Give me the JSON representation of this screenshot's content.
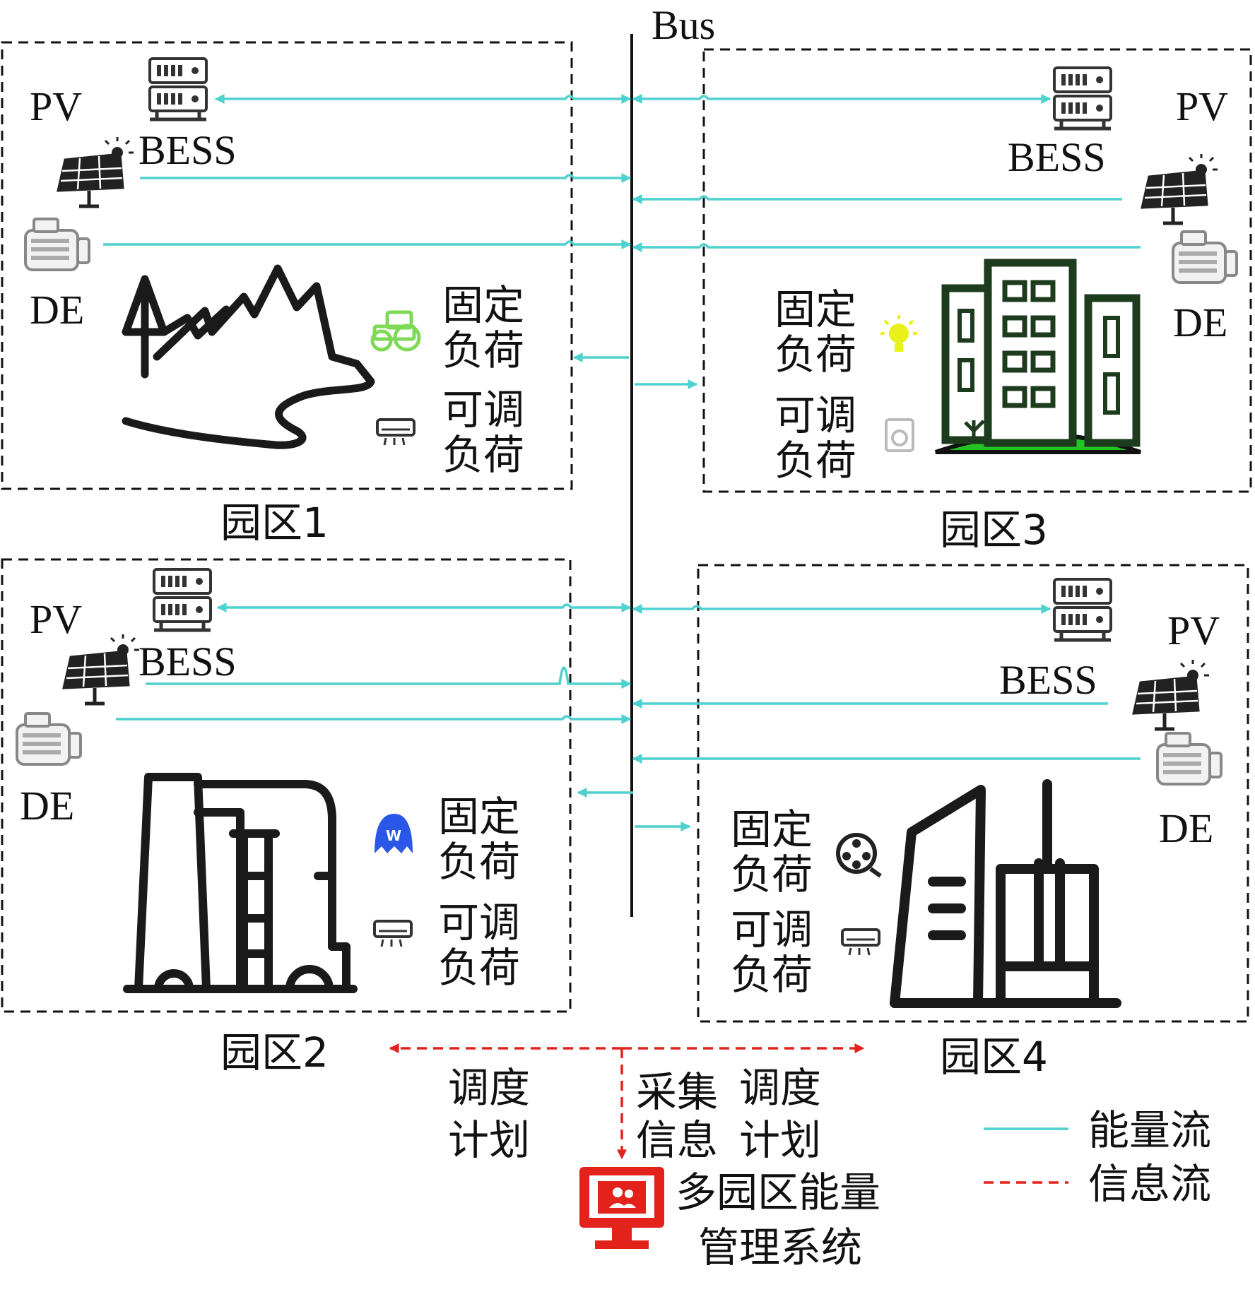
{
  "bus_label": "Bus",
  "parks": [
    {
      "name": "园区1",
      "pv": "PV",
      "bess": "BESS",
      "de": "DE",
      "fixed_load": [
        "固定",
        "负荷"
      ],
      "adjustable_load": [
        "可调",
        "负荷"
      ],
      "scene_icon": "mountain-forest-icon",
      "fixed_load_icon": "tractor-icon",
      "adjustable_load_icon": "air-conditioner-icon"
    },
    {
      "name": "园区2",
      "pv": "PV",
      "bess": "BESS",
      "de": "DE",
      "fixed_load": [
        "固定",
        "负荷"
      ],
      "adjustable_load": [
        "可调",
        "负荷"
      ],
      "scene_icon": "factory-icon",
      "fixed_load_icon": "robot-icon",
      "adjustable_load_icon": "air-conditioner-icon"
    },
    {
      "name": "园区3",
      "pv": "PV",
      "bess": "BESS",
      "de": "DE",
      "fixed_load": [
        "固定",
        "负荷"
      ],
      "adjustable_load": [
        "可调",
        "负荷"
      ],
      "scene_icon": "apartment-building-icon",
      "fixed_load_icon": "light-bulb-icon",
      "adjustable_load_icon": "washing-machine-icon"
    },
    {
      "name": "园区4",
      "pv": "PV",
      "bess": "BESS",
      "de": "DE",
      "fixed_load": [
        "固定",
        "负荷"
      ],
      "adjustable_load": [
        "可调",
        "负荷"
      ],
      "scene_icon": "office-tower-icon",
      "fixed_load_icon": "film-reel-icon",
      "adjustable_load_icon": "air-conditioner-icon"
    }
  ],
  "info_labels": {
    "left_schedule": [
      "调度",
      "计划"
    ],
    "collect": [
      "采集",
      "信息"
    ],
    "right_schedule": [
      "调度",
      "计划"
    ]
  },
  "ems": {
    "lines": [
      "多园区能量",
      "管理系统"
    ],
    "icon": "computer-monitor-user-icon"
  },
  "legend": {
    "energy": "能量流",
    "info": "信息流"
  },
  "colors": {
    "energy_flow": "#4fd1cf",
    "info_flow": "#e3221b",
    "green_accent": "#22c322",
    "lime_tractor": "#7ed957",
    "bulb_yellow": "#e8f21a",
    "robot_blue": "#2a57e8"
  }
}
